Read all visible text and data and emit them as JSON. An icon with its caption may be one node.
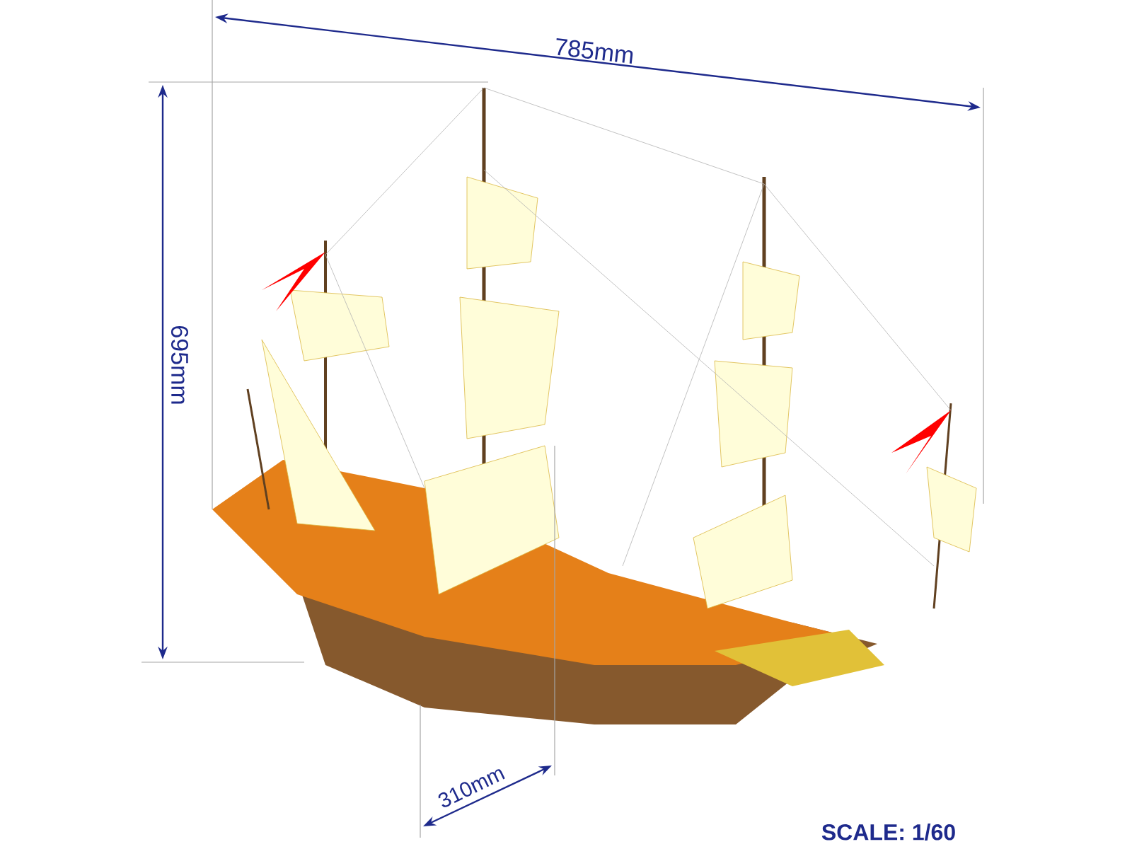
{
  "diagram": {
    "labels": [
      "785mm",
      "695mm",
      "310mm",
      "SCALE: 1/60"
    ]
  }
}
